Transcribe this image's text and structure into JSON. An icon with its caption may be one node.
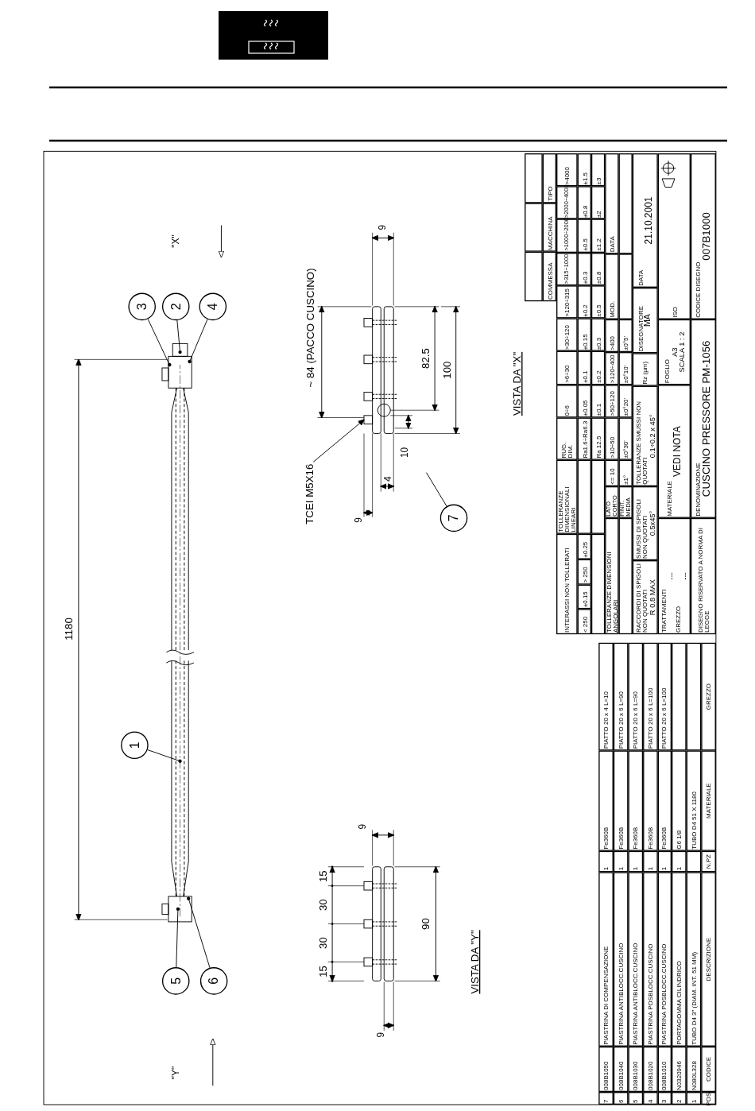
{
  "diagram": {
    "nodes": [
      {
        "text": [
          "3"
        ]
      },
      {
        "text": [
          "2"
        ]
      },
      {
        "text": [
          "4"
        ]
      },
      {
        "text": [
          "1"
        ]
      },
      {
        "text": [
          "5"
        ]
      },
      {
        "text": [
          "6"
        ]
      },
      {
        "text": [
          "7"
        ]
      },
      {
        "text": [
          "TCEI M5X16"
        ]
      }
    ],
    "edges": [
      {
        "from": 0,
        "to": null,
        "arrow": "other"
      },
      {
        "from": 1,
        "to": null,
        "arrow": "other"
      },
      {
        "from": 2,
        "to": null,
        "arrow": "other"
      },
      {
        "from": 3,
        "to": null,
        "arrow": "other"
      },
      {
        "from": 4,
        "to": null,
        "arrow": "other"
      },
      {
        "from": 5,
        "to": null,
        "arrow": "other"
      },
      {
        "from": 6,
        "to": null,
        "arrow": "none"
      },
      {
        "from": 7,
        "to": null,
        "arrow": "to"
      }
    ],
    "labels": [
      "\"X\"",
      "\"Y\"",
      "1180",
      "~ 84 (PACCO CUSCINO)",
      "9",
      "82.5",
      "100",
      "10",
      "4",
      "9",
      "VISTA DA \"X\"",
      "15",
      "30",
      "30",
      "15",
      "9",
      "90",
      "9",
      "VISTA DA \"Y\"",
      "COMMESSA",
      "MACCHINA",
      "TIPO",
      "INTERASSI NON TOLLERATI",
      "TOLLERANZE DIMENSIONALI LINEARI",
      "RUG.",
      "DIM.",
      "0÷6",
      ">6÷30",
      ">30÷120",
      ">120÷315",
      ">315÷1000",
      ">1000÷2000",
      ">2000÷4000",
      ">4000",
      "< 250",
      "±0.15",
      "> 250",
      "±0.25",
      "Ra1.6÷Ra6.3",
      "±0.05",
      "±0.1",
      "±0.15",
      "±0.2",
      "±0.3",
      "±0.5",
      "±0.8",
      "±1.5",
      "Ra 12.5",
      "±0.1",
      "±0.2",
      "±0.3",
      "±0.5",
      "±0.8",
      "±1.2",
      "±2",
      "±3",
      "TOLLERANZE DIMENSIONI ANGOLARI",
      "LATO CORTO",
      "<= 10",
      ">10÷50",
      ">50÷120",
      ">120÷400",
      ">400",
      "MOD.",
      "DATA",
      "FINIT. MEDIA",
      "±1°",
      "±0°30'",
      "±0°20'",
      "±0°10'",
      "±0°5'",
      "RACCORDI DI SPIGOLI NON QUOTATI",
      "R 0.8 MAX",
      "SMUSSI DI SPIGOLI NON QUOTATI",
      "0.5x45°",
      "TOLLERANZE SMUSSI NON QUOTATI",
      "0.1÷0.2 x 45°",
      "Rz (µm)",
      "DISEGNATORE",
      "MA",
      "DATA",
      "21.10.2001",
      "TRATTAMENTI",
      "---",
      "GREZZO",
      "---",
      "MATERIALE",
      "VEDI NOTA",
      "FOGLIO",
      "A3",
      "SCALA 1 : 2",
      "ISO",
      "DISEGNO RISERVATO A NORMA DI LEGGE",
      "DENOMINAZIONE",
      "CUSCINO PRESSORE PM-1056",
      "CODICE DISEGNO",
      "007B1000",
      "7",
      "008B1050",
      "PIASTRINA DI COMPENSAZIONE",
      "1",
      "Fe360B",
      "PIATTO 20 x 4 L=10",
      "6",
      "008B1040",
      "PIASTRINA ANTIBLOCC.CUSCINO",
      "1",
      "Fe360B",
      "PIATTO 20 x 6 L=90",
      "5",
      "008B1030",
      "PIASTRINA ANTIBLOCC.CUSCINO",
      "1",
      "Fe360B",
      "PIATTO 20 x 6 L=90",
      "4",
      "008B1020",
      "PIASTRINA POSBLOCC.CUSCINO",
      "1",
      "Fe360B",
      "PIATTO 20 x 6 L=100",
      "3",
      "008B1010",
      "PIASTRINA POSBLOCC.CUSCINO",
      "1",
      "Fe360B",
      "PIATTO 20 x 6 L=100",
      "2",
      "N0320946",
      "PORTAGOMMA CILINDRICO",
      "1",
      "G6 1/8",
      "1",
      "N080L328",
      "TUBO D4 3\" (DIAM. INT. 51 MM)",
      "TUBO D4 51 X 1180",
      "POS.",
      "CODICE",
      "DESCRIZIONE",
      "N.PZ",
      "MATERIALE",
      "GREZZO"
    ]
  }
}
